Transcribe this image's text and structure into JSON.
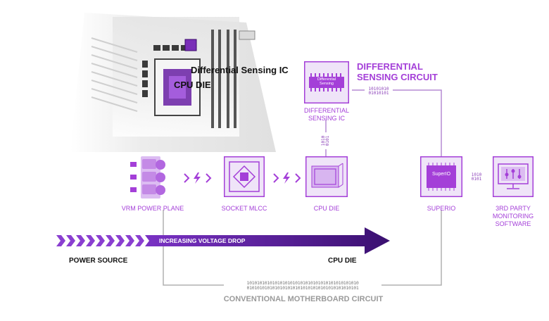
{
  "motherboard": {
    "label_sensing_ic": "Differential Sensing IC",
    "label_cpu_die": "CPU DIE"
  },
  "differential_circuit": {
    "title_line1": "DIFFERENTIAL",
    "title_line2": "SENSING CIRCUIT",
    "ic_chip_text_line1": "Differential",
    "ic_chip_text_line2": "Sensing",
    "ic_label_line1": "DIFFERENTIAL",
    "ic_label_line2": "SENSING IC",
    "binary_top_line1": "10101010",
    "binary_top_line2": "01010101",
    "binary_vertical_line1": "1010",
    "binary_vertical_line2": "0101"
  },
  "nodes": {
    "vrm": "VRM POWER PLANE",
    "socket": "SOCKET MLCC",
    "cpu_die": "CPU DIE",
    "superio": "SUPERIO",
    "superio_chip": "SuperIO",
    "software_line1": "3rd PARTY",
    "software_line2": "MONITORING",
    "software_line3": "SOFTWARE",
    "binary_right_line1": "1010",
    "binary_right_line2": "0101"
  },
  "arrow": {
    "label": "INCREASING VOLTAGE DROP",
    "left_label": "POWER SOURCE",
    "right_label": "CPU DIE"
  },
  "bottom": {
    "binary_line1": "10101010101010101010101010101010101010101010",
    "binary_line2": "01010101010101010101010101010101010101010101",
    "label": "CONVENTIONAL MOTHERBOARD CIRCUIT"
  },
  "colors": {
    "purple": "#a43fd8",
    "dark_purple": "#4a1a8a",
    "gray_line": "#b0b0b0"
  }
}
